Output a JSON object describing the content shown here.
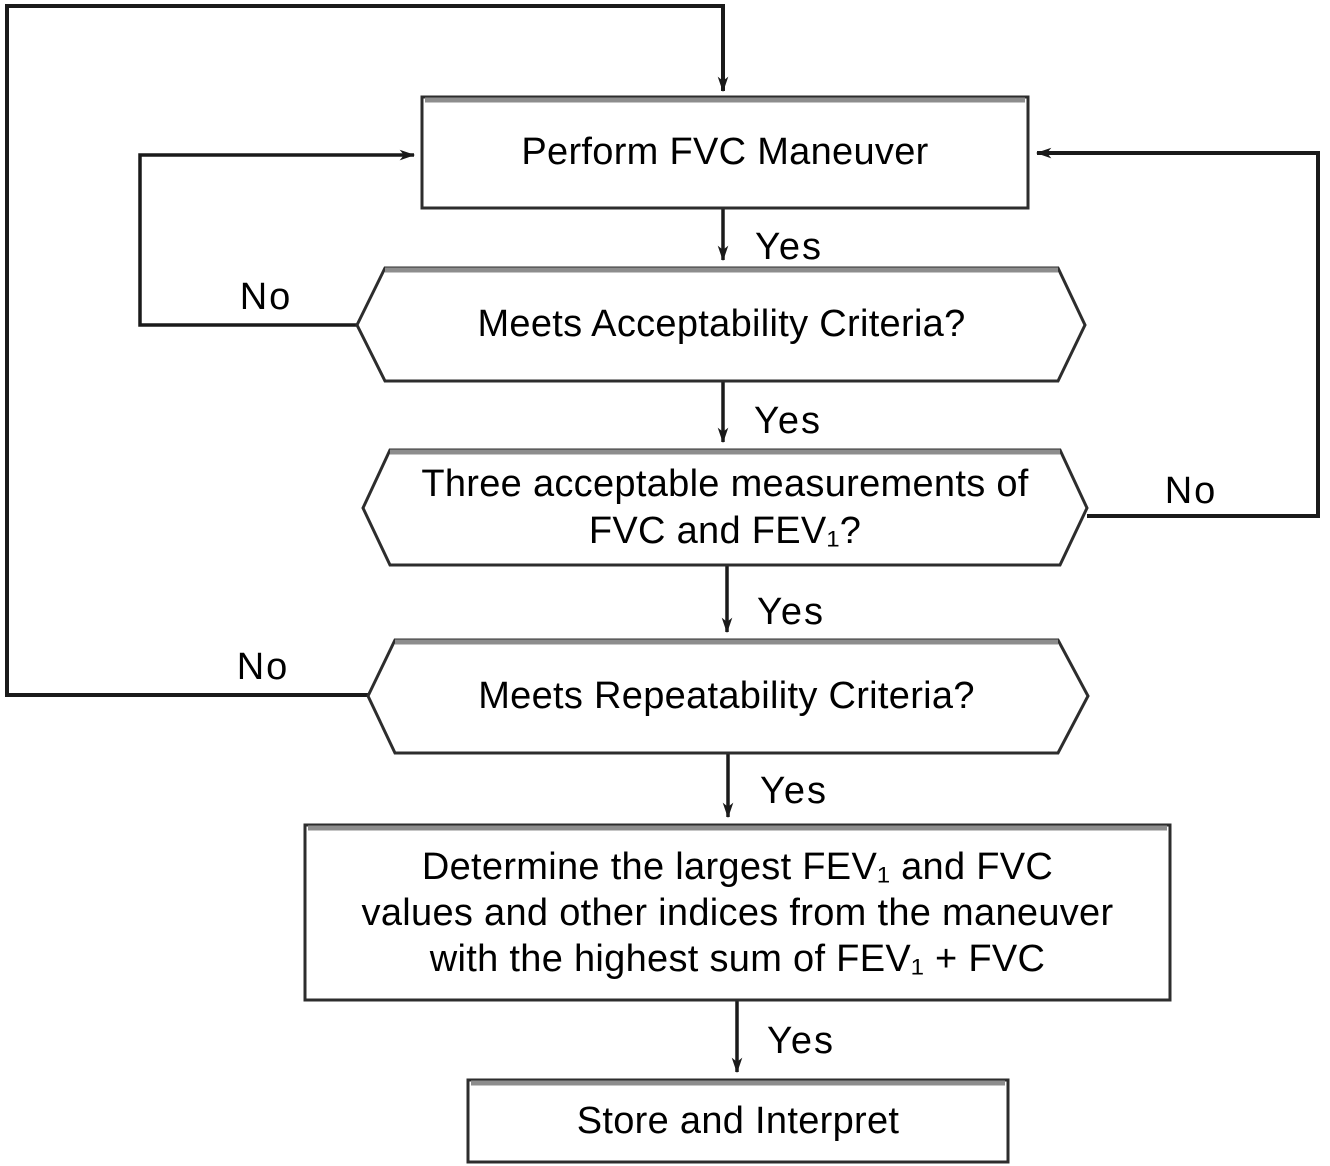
{
  "diagram": {
    "type": "flowchart",
    "topic": "Spirometry FVC maneuver quality-control algorithm",
    "colors": {
      "line": "#1a1a1a",
      "shape_border": "#2d2d2d",
      "shape_top_edge": "#8d8d8d",
      "shape_fill": "#ffffff",
      "text": "#000000",
      "background": "#ffffff"
    },
    "nodes": {
      "perform": {
        "shape": "rectangle",
        "label": "Perform FVC Maneuver"
      },
      "acceptability": {
        "shape": "hexagon-decision",
        "label": "Meets Acceptability Criteria?"
      },
      "three_acceptable": {
        "shape": "hexagon-decision",
        "line1": "Three acceptable measurements of",
        "line2": "FVC and FEV₁?"
      },
      "repeatability": {
        "shape": "hexagon-decision",
        "label": "Meets Repeatability Criteria?"
      },
      "determine": {
        "shape": "rectangle",
        "line1": "Determine the largest FEV₁ and FVC",
        "line2": "values and other indices from the maneuver",
        "line3": "with the highest sum of FEV₁ + FVC"
      },
      "store": {
        "shape": "rectangle",
        "label": "Store and Interpret"
      }
    },
    "edges": {
      "perform_to_acceptability": {
        "label": "Yes"
      },
      "acceptability_to_three": {
        "label": "Yes"
      },
      "three_to_repeatability": {
        "label": "Yes"
      },
      "repeatability_to_determine": {
        "label": "Yes"
      },
      "determine_to_store": {
        "label": "Yes"
      },
      "acceptability_no_loop": {
        "label": "No",
        "target": "perform"
      },
      "three_no_loop": {
        "label": "No",
        "target": "perform"
      },
      "repeatability_no_loop": {
        "label": "No",
        "target": "perform"
      }
    }
  }
}
